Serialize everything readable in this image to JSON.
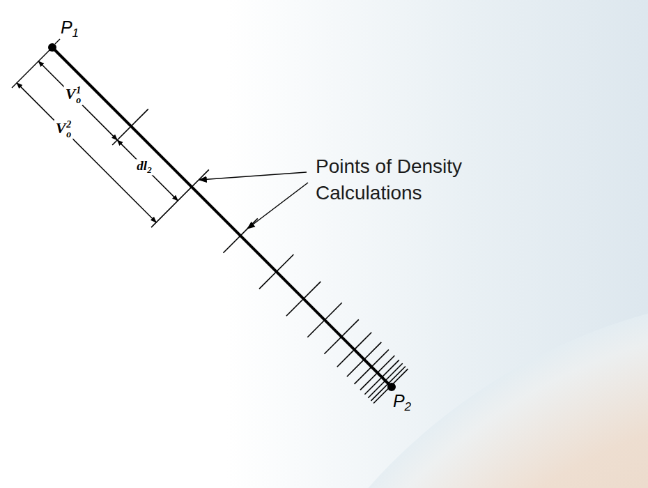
{
  "diagram": {
    "labels": [
      "P",
      "1",
      "V",
      "o",
      "1",
      "V",
      "o",
      "2",
      "dl",
      "2",
      "Points of Density Calculations",
      "P",
      "2"
    ]
  }
}
